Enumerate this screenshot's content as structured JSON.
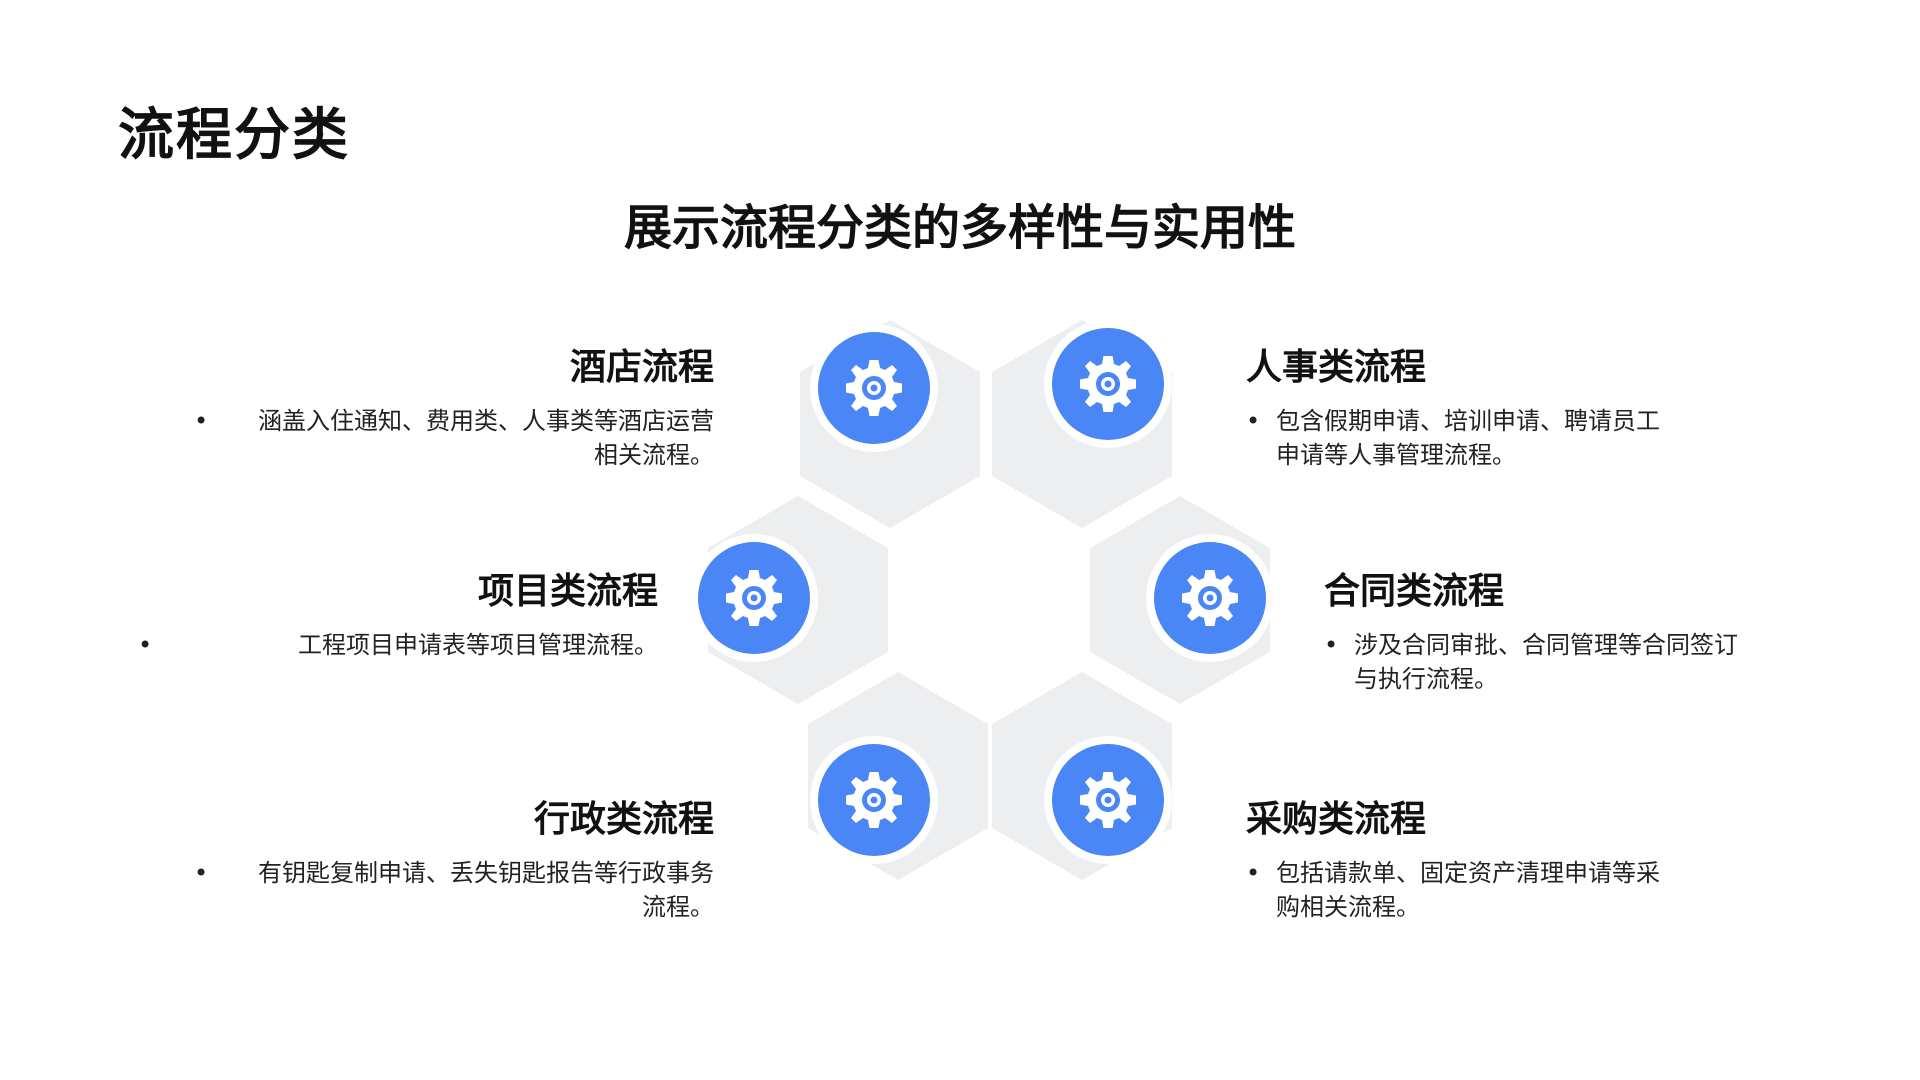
{
  "title": "流程分类",
  "subtitle": "展示流程分类的多样性与实用性",
  "colors": {
    "accent": "#4A86F6",
    "hex_fill": "#EDEEF0",
    "text": "#111111"
  },
  "icon": "gear-icon",
  "categories": [
    {
      "id": "hotel",
      "title": "酒店流程",
      "desc": "涵盖入住通知、费用类、人事类等酒店运营相关流程。"
    },
    {
      "id": "hr",
      "title": "人事类流程",
      "desc": "包含假期申请、培训申请、聘请员工申请等人事管理流程。"
    },
    {
      "id": "project",
      "title": "项目类流程",
      "desc": "工程项目申请表等项目管理流程。"
    },
    {
      "id": "contract",
      "title": "合同类流程",
      "desc": "涉及合同审批、合同管理等合同签订与执行流程。"
    },
    {
      "id": "admin",
      "title": "行政类流程",
      "desc": "有钥匙复制申请、丢失钥匙报告等行政事务流程。"
    },
    {
      "id": "purchase",
      "title": "采购类流程",
      "desc": "包括请款单、固定资产清理申请等采购相关流程。"
    }
  ]
}
